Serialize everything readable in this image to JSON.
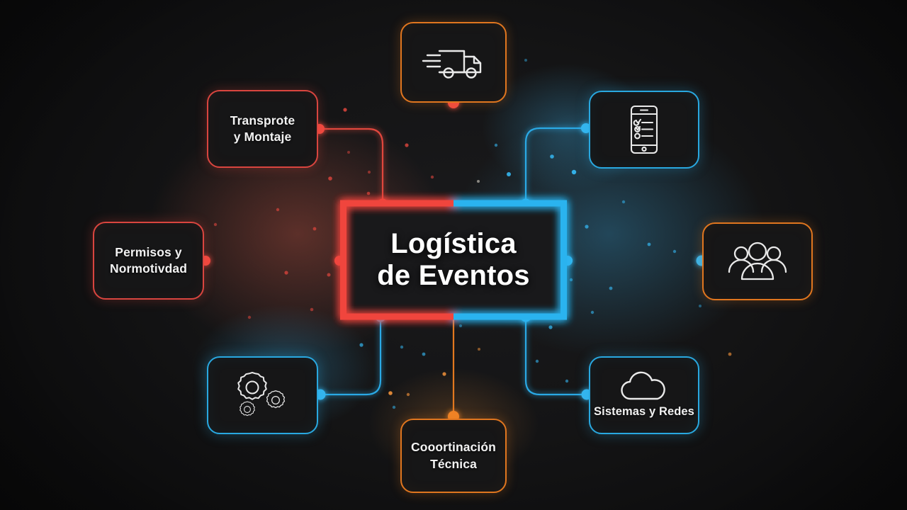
{
  "diagram": {
    "type": "mind-map",
    "title": "Logística de Eventos",
    "center": {
      "label_line1": "Logística",
      "label_line2": "de Eventos",
      "left_accent": "#f0453c",
      "right_accent": "#2bb3ef"
    },
    "background": "#111112",
    "palette": {
      "red": "#e0463d",
      "blue": "#2ba9e5",
      "orange": "#e2781f",
      "node_fill": "#161617",
      "text": "#f2f2f2"
    },
    "nodes": [
      {
        "id": "transporte",
        "label_line1": "Transprote",
        "label_line2": "y Montaje",
        "icon": "none",
        "border_color": "#d9453f",
        "connector_color": "#e0463d",
        "position": "top-left"
      },
      {
        "id": "permisos",
        "label_line1": "Permisos y",
        "label_line2": "Normotivdad",
        "icon": "none",
        "border_color": "#d9453f",
        "connector_color": "#e0463d",
        "position": "left"
      },
      {
        "id": "envios",
        "label_line1": "",
        "label_line2": "",
        "icon": "delivery-truck-icon",
        "border_color": "#e0761f",
        "connector_color": "#e0463d",
        "position": "top"
      },
      {
        "id": "checklist",
        "label_line1": "",
        "label_line2": "",
        "icon": "mobile-checklist-icon",
        "border_color": "#29a8e0",
        "connector_color": "#2ba9e5",
        "position": "top-right"
      },
      {
        "id": "equipo",
        "label_line1": "",
        "label_line2": "",
        "icon": "people-group-icon",
        "border_color": "#e0761f",
        "connector_color": "#2ba9e5",
        "position": "right"
      },
      {
        "id": "sistemas",
        "label_line1": "Sistemas y Redes",
        "label_line2": "",
        "icon": "cloud-icon",
        "border_color": "#29a8e0",
        "connector_color": "#2ba9e5",
        "position": "bottom-right"
      },
      {
        "id": "coordinacion",
        "label_line1": "Cooortinación",
        "label_line2": "Técnica",
        "icon": "none",
        "border_color": "#e0761f",
        "connector_color": "#e2781f",
        "position": "bottom"
      },
      {
        "id": "procesos",
        "label_line1": "",
        "label_line2": "",
        "icon": "gears-icon",
        "border_color": "#29a8e0",
        "connector_color": "#2ba9e5",
        "position": "bottom-left"
      }
    ]
  }
}
